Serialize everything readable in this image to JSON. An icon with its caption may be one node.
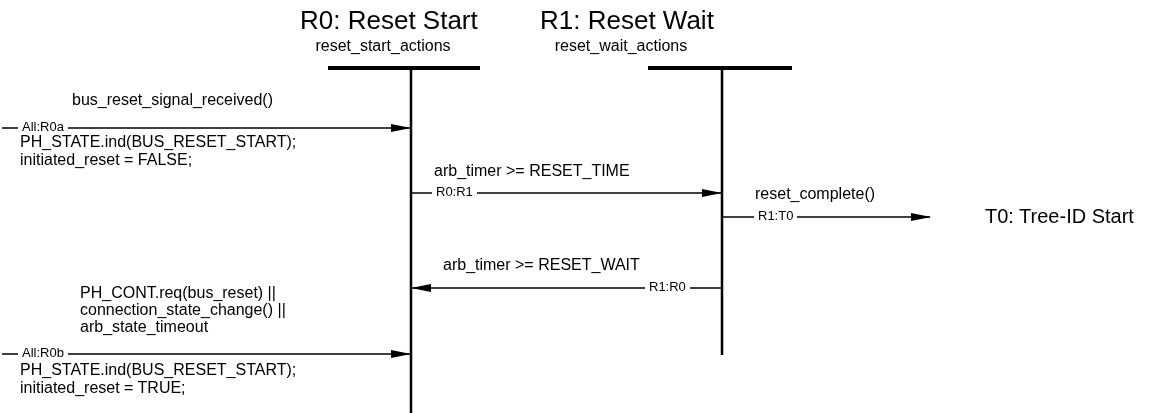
{
  "diagram": {
    "nodes": [
      {
        "text": [
          "R0: Reset Start",
          "reset_start_actions"
        ]
      },
      {
        "text": [
          "R1: Reset Wait",
          "reset_wait_actions"
        ]
      },
      {
        "text": [
          "T0: Tree-ID Start"
        ]
      }
    ],
    "edges": [
      {
        "from": null,
        "to": 0,
        "arrow": "to",
        "label": "All:R0a"
      },
      {
        "from": 0,
        "to": 1,
        "arrow": "to",
        "label": "R0:R1"
      },
      {
        "from": 1,
        "to": 2,
        "arrow": "to",
        "label": "R1:T0"
      },
      {
        "from": 1,
        "to": 0,
        "arrow": "to",
        "label": "R1:R0"
      },
      {
        "from": null,
        "to": 0,
        "arrow": "to",
        "label": "All:R0b"
      }
    ],
    "labels": [
      "bus_reset_signal_received()",
      "PH_STATE.ind(BUS_RESET_START);",
      "initiated_reset = FALSE;",
      "arb_timer >= RESET_TIME",
      "reset_complete()",
      "arb_timer >= RESET_WAIT",
      "PH_CONT.req(bus_reset) ||",
      "connection_state_change() ||",
      "arb_state_timeout",
      "PH_STATE.ind(BUS_RESET_START);",
      "initiated_reset = TRUE;"
    ]
  }
}
